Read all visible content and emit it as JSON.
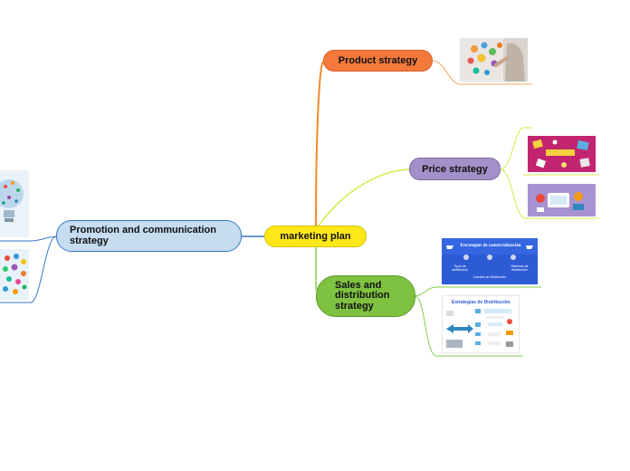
{
  "center": {
    "label": "marketing plan"
  },
  "branches": {
    "product": {
      "label": "Product strategy",
      "color": "#f5793b"
    },
    "price": {
      "label": "Price strategy",
      "color": "#a390c8"
    },
    "sales": {
      "label": "Sales and distribution strategy",
      "color": "#7fc241"
    },
    "promotion": {
      "label": "Promotion and communication strategy",
      "color": "#c5dcf1"
    }
  },
  "images": {
    "sales_commercialization": {
      "title": "Estrategias de comercialización",
      "item1": "Tipos de distribución",
      "item2": "Sistemas de distribución",
      "footer": "Canales de distribución"
    },
    "sales_distribution": {
      "title": "Estrategias de Distribución"
    }
  },
  "colors": {
    "link_product": "#f08a2a",
    "link_price": "#d7e84a",
    "link_sales": "#7ed04a",
    "link_promo": "#3a77c4"
  }
}
